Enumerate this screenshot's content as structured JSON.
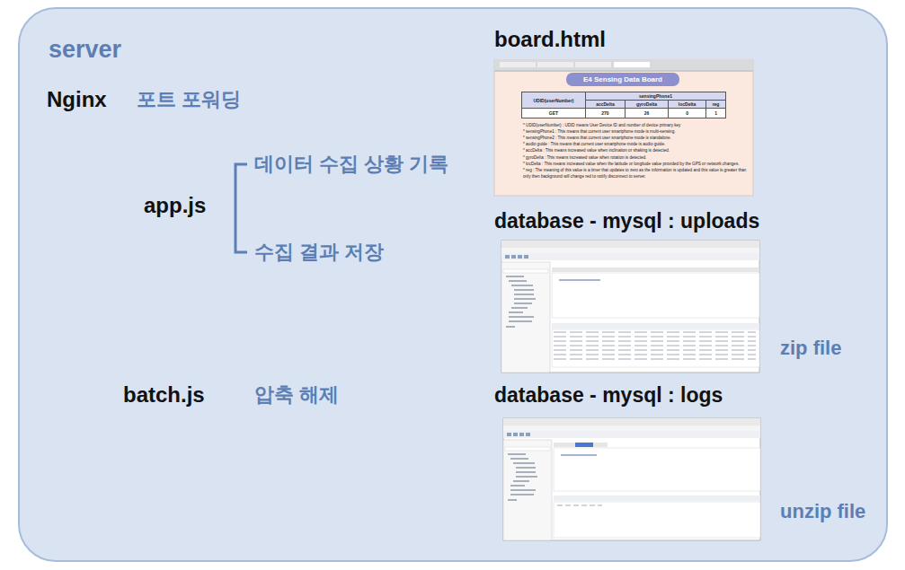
{
  "diagram": {
    "nodes": [
      {
        "text": [
          "server"
        ]
      }
    ],
    "labels": [
      "Nginx",
      "포트 포워딩",
      "app.js",
      "데이터 수집 상황 기록",
      "수집 결과 저장",
      "batch.js",
      "압축 해제",
      "board.html",
      "database - mysql : uploads",
      "zip file",
      "database - mysql : logs",
      "unzip file",
      "E4 Sensing Data Board",
      "UDID(userNumber)",
      "sensingPhone1",
      "accDelta",
      "gyroDelta",
      "locDelta",
      "reg",
      "GET",
      "270",
      "26",
      "0",
      "1",
      "* UDID(userNumber) : UDID means User Device ID and number of device primary key",
      "* sensingPhone1 : This means that current user smartphone mode is multi-sensing.",
      "* sensingPhone2 : This means that current user smartphone mode is standalone.",
      "* audio guide : This means that current user smartphone mode is audio guide.",
      "* accDelta : This means increased value when inclination or shaking is detected.",
      "* gyroDelta : This means increased value when rotation is detected.",
      "* locDelta : This means increased value when the latitude or longitude value provided by the GPS or network changes.",
      "* reg : The meaning of this value is a timer that updates to zero as the information is updated and this value is greater than only then background will change red to notify disconnect to server."
    ]
  }
}
